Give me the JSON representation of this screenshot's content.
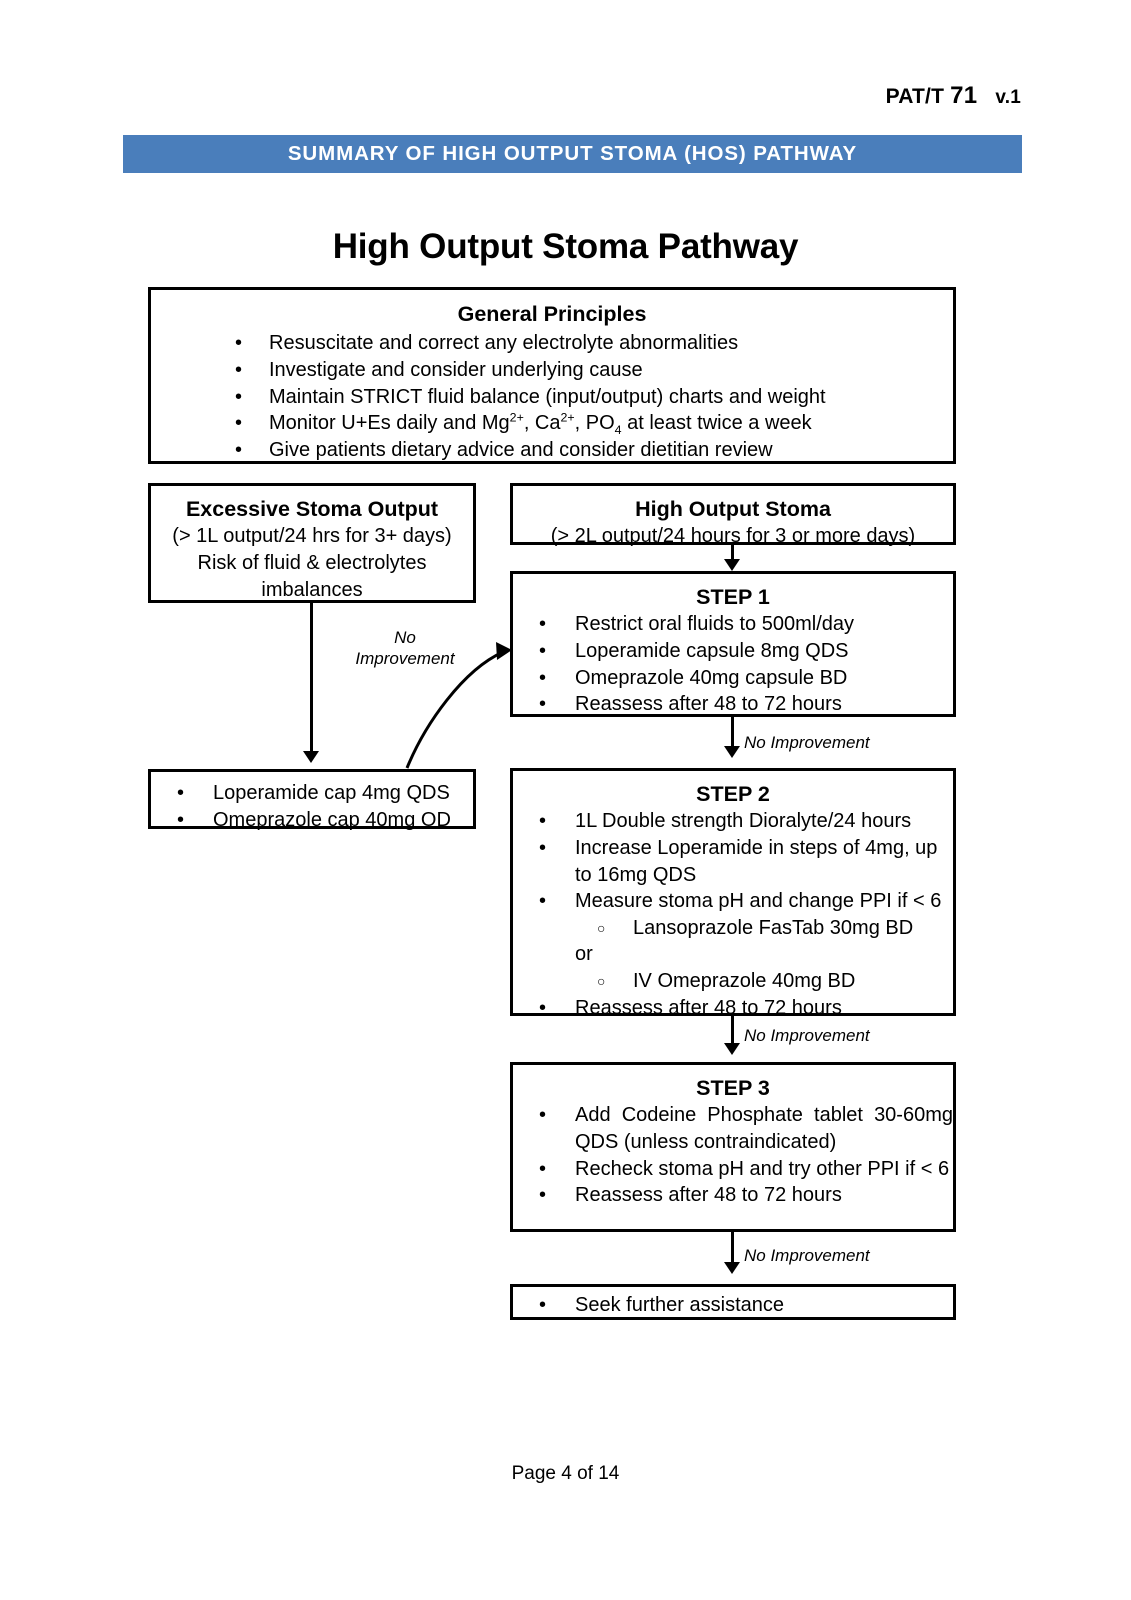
{
  "header": {
    "doc_code": "PAT/T",
    "doc_number": "71",
    "version": "v.1"
  },
  "banner": {
    "title": "SUMMARY OF HIGH OUTPUT STOMA (HOS) PATHWAY",
    "background_color": "#4a7ebb",
    "text_color": "#ffffff"
  },
  "page_title": "High Output Stoma Pathway",
  "flowchart": {
    "general_principles": {
      "heading": "General Principles",
      "items": [
        "Resuscitate and correct any electrolyte abnormalities",
        "Investigate and consider underlying cause",
        "Maintain STRICT fluid balance (input/output) charts and weight",
        "Monitor U+Es daily and Mg2+, Ca2+, PO4 at least twice a week",
        "Give patients dietary advice and consider dietitian review"
      ],
      "item4_parts": {
        "a": "Monitor U+Es daily and Mg",
        "sup1": "2+",
        "b": ", Ca",
        "sup2": "2+",
        "c": ", PO",
        "sub1": "4",
        "d": " at least twice a week"
      }
    },
    "excessive_stoma_output": {
      "heading": "Excessive Stoma Output",
      "lines": [
        "(> 1L output/24 hrs for 3+ days)",
        "Risk of fluid & electrolytes",
        "imbalances"
      ]
    },
    "high_output_stoma": {
      "heading": "High Output Stoma",
      "lines": [
        "(> 2L output/24 hours for 3 or more days)"
      ]
    },
    "step1": {
      "heading": "STEP 1",
      "items": [
        "Restrict oral fluids to 500ml/day",
        "Loperamide capsule 8mg QDS",
        "Omeprazole 40mg capsule BD",
        "Reassess after 48 to 72 hours"
      ]
    },
    "left_meds": {
      "items": [
        "Loperamide cap 4mg QDS",
        "Omeprazole cap 40mg OD"
      ]
    },
    "step2": {
      "heading": "STEP 2",
      "items": [
        "1L Double strength Dioralyte/24 hours",
        "Increase Loperamide in steps of 4mg, up to 16mg QDS",
        "Measure stoma pH and change PPI if < 6",
        "Reassess after 48 to 72 hours"
      ],
      "sub_items_first": "Lansoprazole FasTab 30mg BD",
      "or_text": "or",
      "sub_items_second": "IV Omeprazole 40mg BD"
    },
    "step3": {
      "heading": "STEP 3",
      "items": [
        "Add Codeine Phosphate tablet 30-60mg QDS (unless contraindicated)",
        "Recheck stoma pH and try other PPI if < 6",
        "Reassess after 48 to 72 hours"
      ]
    },
    "final": {
      "items": [
        "Seek further assistance"
      ]
    },
    "labels": {
      "no_improvement_curve_line1": "No",
      "no_improvement_curve_line2": "Improvement",
      "no_improvement_1": "No Improvement",
      "no_improvement_2": "No Improvement",
      "no_improvement_3": "No Improvement"
    },
    "bullet_glyph": "•",
    "sub_bullet_glyph": "○"
  },
  "footer": {
    "page_label": "Page 4 of 14"
  }
}
